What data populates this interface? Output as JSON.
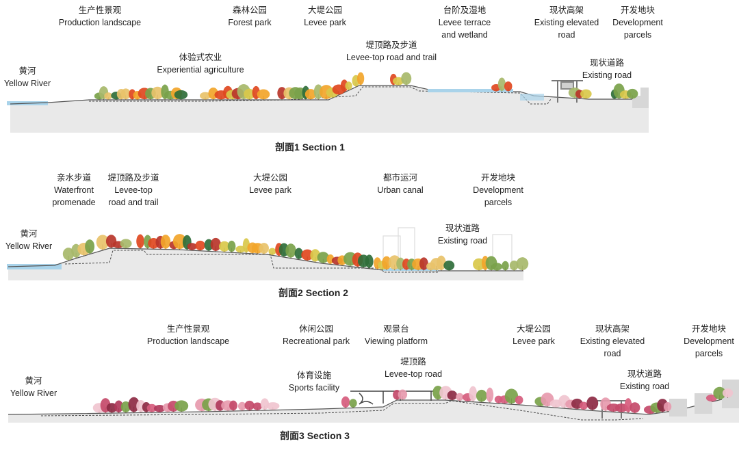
{
  "colors": {
    "ground": "#e9e9e9",
    "terrain_line": "#555555",
    "dash": "#4a4a4a",
    "water": "#a9d3ea",
    "tree_palette": [
      "#e0481f",
      "#f2a52a",
      "#d9c84a",
      "#7aa24a",
      "#2f6e3a",
      "#b9352a",
      "#e8c26a",
      "#a7b86a"
    ],
    "tree_palette_s3": [
      "#d65c7d",
      "#e79aae",
      "#b03a5b",
      "#f0c4cf",
      "#8d2a44",
      "#7aa24a",
      "#c44a6a"
    ],
    "building": "#d7d7d7"
  },
  "sections": [
    {
      "title": "剖面1 Section 1",
      "labels": [
        {
          "zh": "生产性景观",
          "en": "Production landscape"
        },
        {
          "zh": "森林公园",
          "en": "Forest park"
        },
        {
          "zh": "大堤公园",
          "en": "Levee park"
        },
        {
          "zh": "台阶及湿地",
          "en": "Levee terrace and wetland"
        },
        {
          "zh": "现状高架",
          "en": "Existing elevated road"
        },
        {
          "zh": "开发地块",
          "en": "Development parcels"
        },
        {
          "zh": "体验式农业",
          "en": "Experiential agriculture"
        },
        {
          "zh": "堤顶路及步道",
          "en": "Levee-top road and trail"
        },
        {
          "zh": "黄河",
          "en": "Yellow River"
        },
        {
          "zh": "现状道路",
          "en": "Existing road"
        }
      ]
    },
    {
      "title": "剖面2 Section 2",
      "labels": [
        {
          "zh": "亲水步道",
          "en": "Waterfront promenade"
        },
        {
          "zh": "堤顶路及步道",
          "en": "Levee-top road and trail"
        },
        {
          "zh": "大堤公园",
          "en": "Levee park"
        },
        {
          "zh": "都市运河",
          "en": "Urban canal"
        },
        {
          "zh": "开发地块",
          "en": "Development parcels"
        },
        {
          "zh": "黄河",
          "en": "Yellow River"
        },
        {
          "zh": "现状道路",
          "en": "Existing road"
        }
      ]
    },
    {
      "title": "剖面3 Section 3",
      "labels": [
        {
          "zh": "生产性景观",
          "en": "Production landscape"
        },
        {
          "zh": "休闲公园",
          "en": "Recreational park"
        },
        {
          "zh": "观景台",
          "en": "Viewing platform"
        },
        {
          "zh": "大堤公园",
          "en": "Levee park"
        },
        {
          "zh": "现状高架",
          "en": "Existing elevated road"
        },
        {
          "zh": "开发地块",
          "en": "Development parcels"
        },
        {
          "zh": "堤顶路",
          "en": "Levee-top road"
        },
        {
          "zh": "体育设施",
          "en": "Sports facility"
        },
        {
          "zh": "黄河",
          "en": "Yellow River"
        },
        {
          "zh": "现状道路",
          "en": "Existing road"
        }
      ]
    }
  ]
}
